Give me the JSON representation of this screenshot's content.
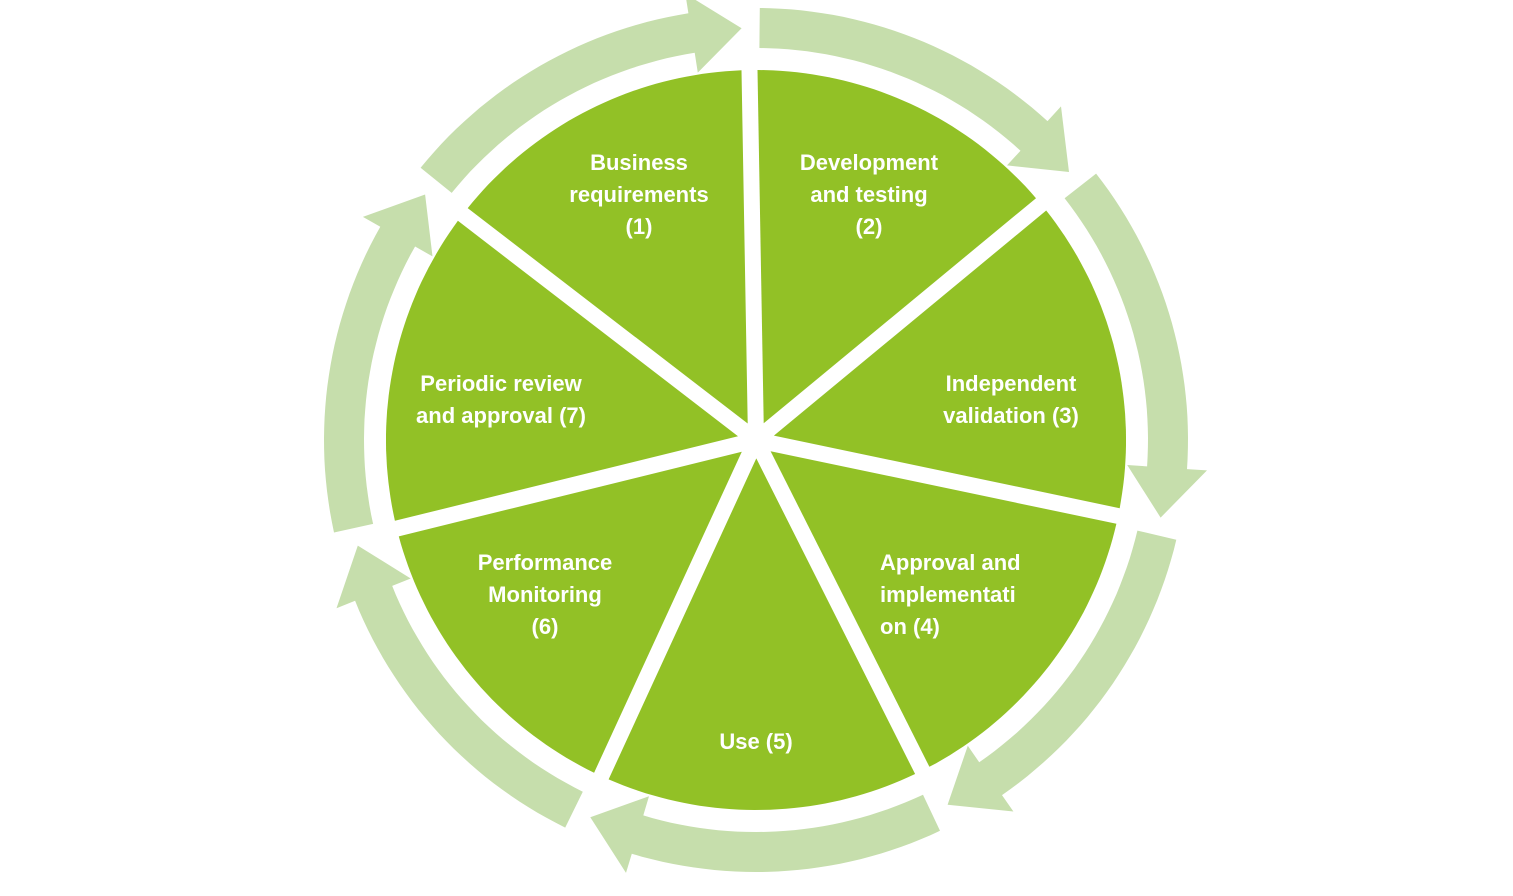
{
  "colors": {
    "segment": "#92C126",
    "arrow_ring": "#C6DEAC",
    "text": "#FFFFFF",
    "background": "#FFFFFF"
  },
  "cycle": {
    "segments": [
      {
        "label": "Business\nrequirements\n(1)"
      },
      {
        "label": "Development\nand testing\n(2)"
      },
      {
        "label": "Independent\nvalidation (3)"
      },
      {
        "label": "Approval and\nimplementati\non (4)"
      },
      {
        "label": "Use (5)"
      },
      {
        "label": "Performance\nMonitoring\n(6)"
      },
      {
        "label": "Periodic review\nand approval (7)"
      }
    ]
  }
}
